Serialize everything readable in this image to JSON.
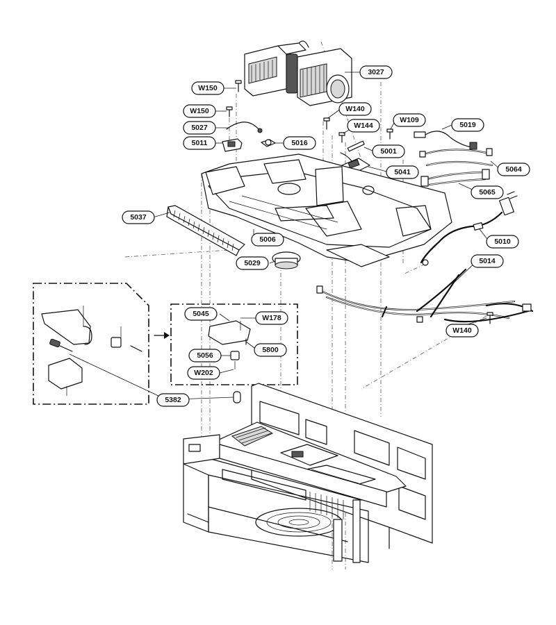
{
  "callouts": {
    "c3027": "3027",
    "cW150a": "W150",
    "cW150b": "W150",
    "c5027": "5027",
    "c5011": "5011",
    "cW140a": "W140",
    "cW144": "W144",
    "cW109": "W109",
    "c5019": "5019",
    "c5016": "5016",
    "c5001": "5001",
    "c5041": "5041",
    "c5064": "5064",
    "c5065": "5065",
    "c5037": "5037",
    "c5006": "5006",
    "c5010": "5010",
    "c5029": "5029",
    "c5014": "5014",
    "cW140b": "W140",
    "c5045": "5045",
    "cW178": "W178",
    "c5800": "5800",
    "c5056": "5056",
    "cW202": "W202",
    "c5382": "5382"
  },
  "colors": {
    "line": "#111111",
    "background": "#ffffff",
    "shade": "#d9d9d9"
  }
}
